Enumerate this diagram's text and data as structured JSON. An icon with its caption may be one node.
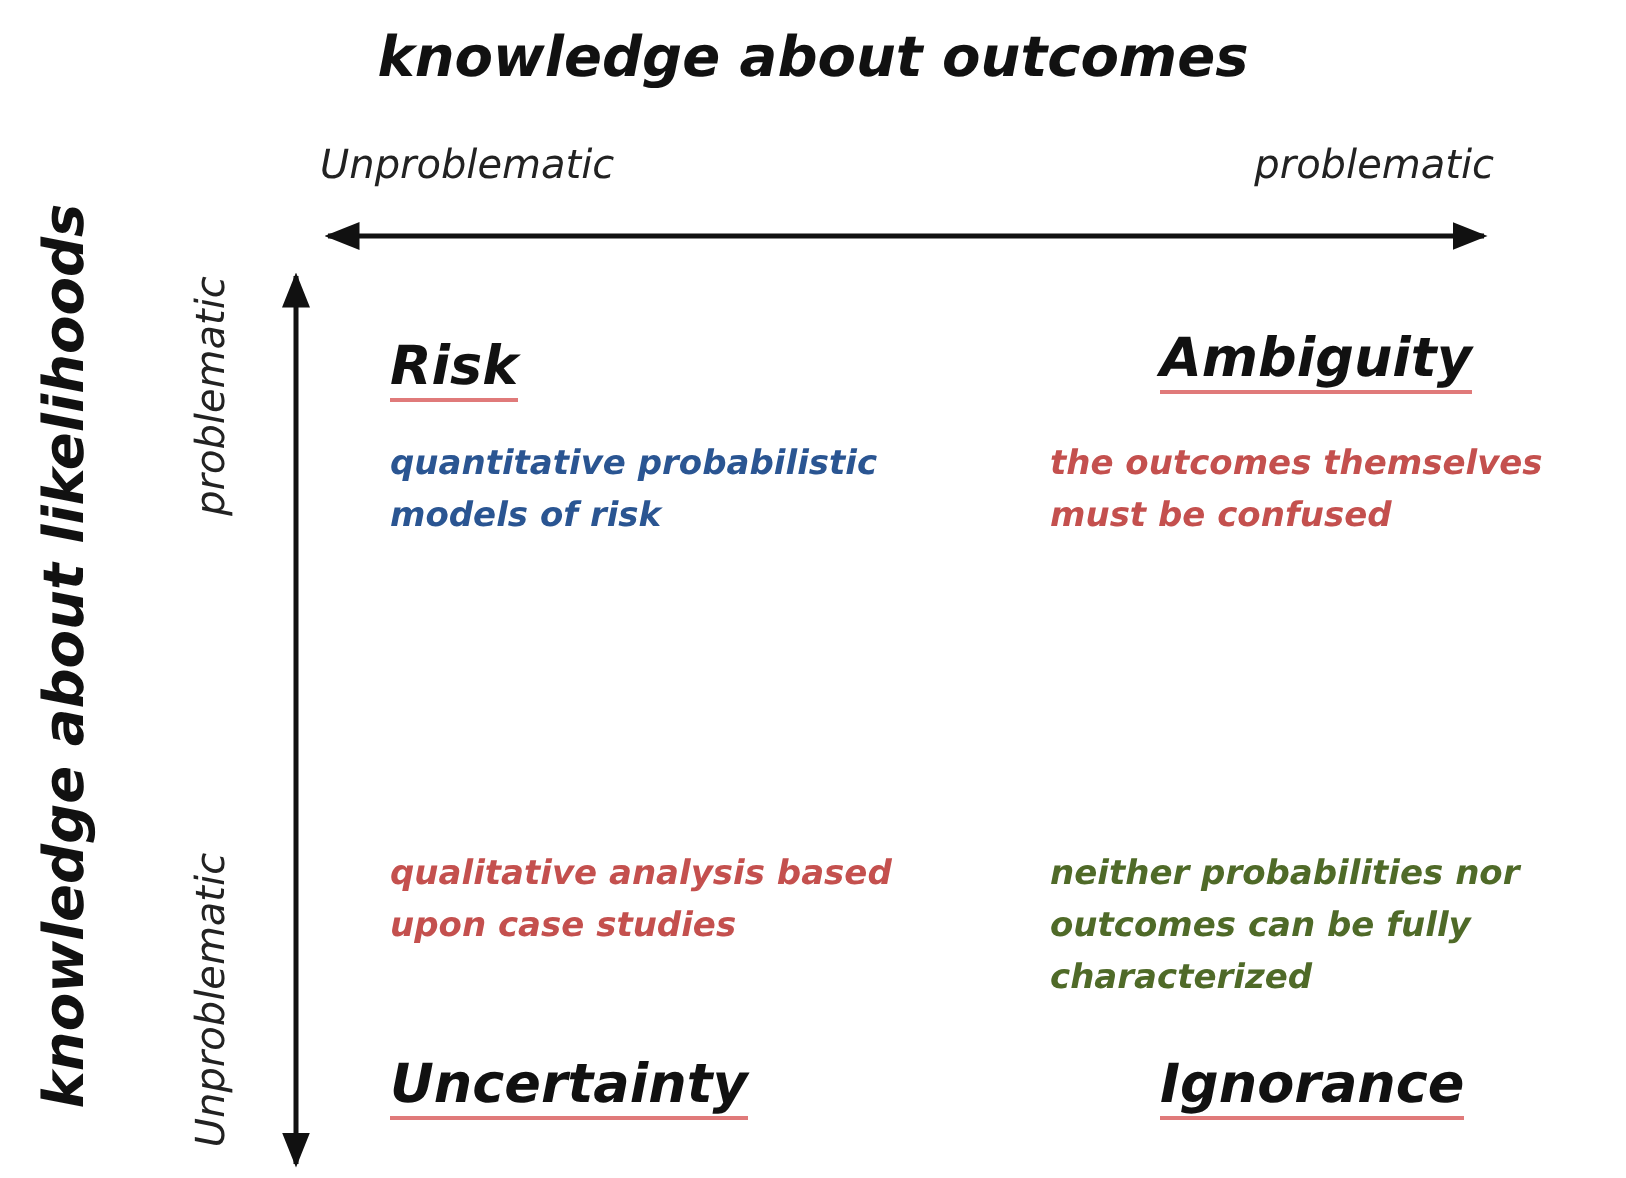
{
  "diagram": {
    "title": "knowledge about outcomes",
    "labels": [
      "Unproblematic",
      "problematic",
      "knowledge about likelihoods",
      "problematic",
      "Risk",
      "Ambiguity",
      "quantitative probabilistic models of risk",
      "the outcomes themselves must be confused",
      "Unproblematic",
      "qualitative analysis based upon case studies",
      "neither probabilities nor outcomes can be fully characterized",
      "Uncertainty",
      "Ignorance"
    ]
  }
}
